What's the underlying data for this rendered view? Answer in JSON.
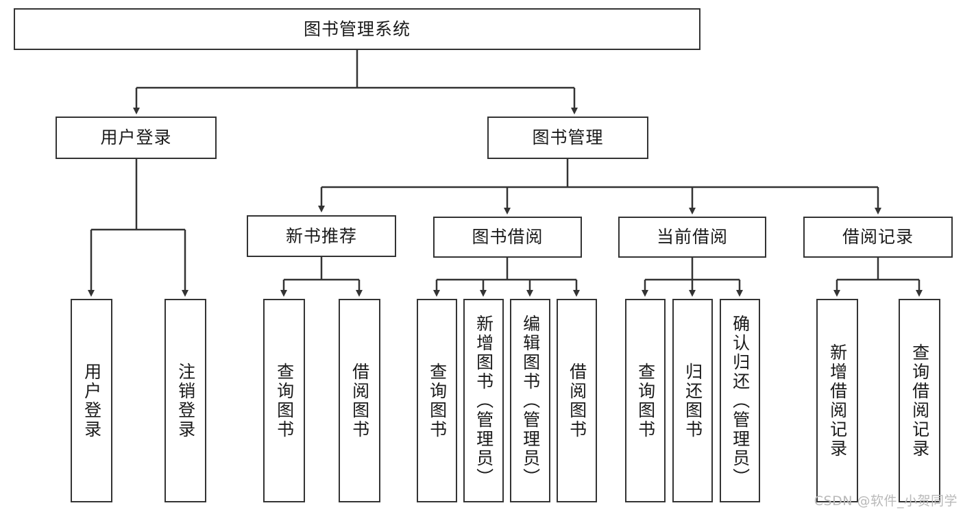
{
  "diagram": {
    "type": "tree-hierarchy",
    "title": "图书管理系统",
    "root": {
      "id": "root",
      "label": "图书管理系统"
    },
    "level2": [
      {
        "id": "user-login",
        "label": "用户登录"
      },
      {
        "id": "book-manage",
        "label": "图书管理"
      }
    ],
    "level3": [
      {
        "id": "new-book-rec",
        "label": "新书推荐",
        "parent": "book-manage"
      },
      {
        "id": "book-borrow",
        "label": "图书借阅",
        "parent": "book-manage"
      },
      {
        "id": "current-borrow",
        "label": "当前借阅",
        "parent": "book-manage"
      },
      {
        "id": "borrow-record",
        "label": "借阅记录",
        "parent": "book-manage"
      }
    ],
    "leaves": {
      "user_login": [
        {
          "id": "leaf-user-login",
          "label": "用户登录"
        },
        {
          "id": "leaf-user-logout",
          "label": "注销登录"
        }
      ],
      "new_book_rec": [
        {
          "id": "leaf-query-book-1",
          "label": "查询图书"
        },
        {
          "id": "leaf-borrow-book-1",
          "label": "借阅图书"
        }
      ],
      "book_borrow": [
        {
          "id": "leaf-query-book-2",
          "label": "查询图书"
        },
        {
          "id": "leaf-add-book",
          "label": "新增图书（管理员）"
        },
        {
          "id": "leaf-edit-book",
          "label": "编辑图书（管理员）"
        },
        {
          "id": "leaf-borrow-book-2",
          "label": "借阅图书"
        }
      ],
      "current_borrow": [
        {
          "id": "leaf-query-book-3",
          "label": "查询图书"
        },
        {
          "id": "leaf-return-book",
          "label": "归还图书"
        },
        {
          "id": "leaf-confirm-return",
          "label": "确认归还（管理员）"
        }
      ],
      "borrow_record": [
        {
          "id": "leaf-add-record",
          "label": "新增借阅记录"
        },
        {
          "id": "leaf-query-record",
          "label": "查询借阅记录"
        }
      ]
    }
  },
  "watermark": {
    "text": "CSDN @软件_小贺同学"
  },
  "colors": {
    "border": "#333333",
    "background": "#ffffff",
    "text": "#1a1a1a",
    "connector": "#333333",
    "watermark": "#b9b9b9"
  }
}
